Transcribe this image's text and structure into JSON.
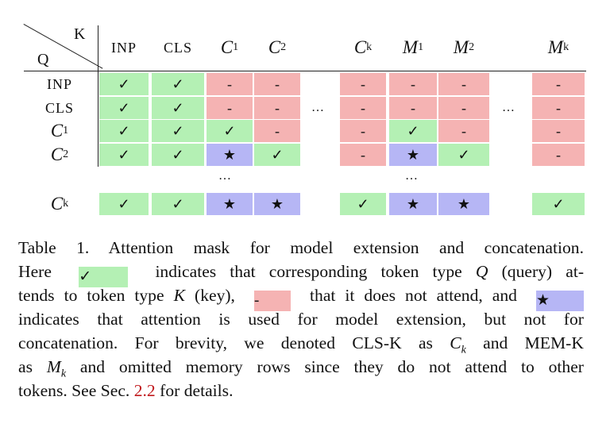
{
  "table": {
    "corner_col_label": "K",
    "corner_row_label": "Q",
    "columns": [
      {
        "id": "inp",
        "text": "INP",
        "style": "sc"
      },
      {
        "id": "cls",
        "text": "CLS",
        "style": "sc"
      },
      {
        "id": "c1",
        "base": "C",
        "sub": "1",
        "style": "math"
      },
      {
        "id": "c2",
        "base": "C",
        "sub": "2",
        "style": "math"
      },
      {
        "id": "ck",
        "base": "C",
        "sub": "k",
        "style": "math"
      },
      {
        "id": "m1",
        "base": "M",
        "sub": "1",
        "style": "math"
      },
      {
        "id": "m2",
        "base": "M",
        "sub": "2",
        "style": "math"
      },
      {
        "id": "mk",
        "base": "M",
        "sub": "k",
        "style": "math"
      }
    ],
    "rows": [
      {
        "id": "inp",
        "text": "INP",
        "style": "sc",
        "cells": [
          "check",
          "check",
          "no",
          "no",
          "no",
          "no",
          "no",
          "no"
        ]
      },
      {
        "id": "cls",
        "text": "CLS",
        "style": "sc",
        "cells": [
          "check",
          "check",
          "no",
          "no",
          "no",
          "no",
          "no",
          "no"
        ]
      },
      {
        "id": "c1",
        "base": "C",
        "sub": "1",
        "style": "math",
        "cells": [
          "check",
          "check",
          "check",
          "no",
          "no",
          "check",
          "no",
          "no"
        ]
      },
      {
        "id": "c2",
        "base": "C",
        "sub": "2",
        "style": "math",
        "cells": [
          "check",
          "check",
          "star",
          "check",
          "no",
          "star",
          "check",
          "no"
        ]
      },
      {
        "id": "ck",
        "base": "C",
        "sub": "k",
        "style": "math",
        "cells": [
          "check",
          "check",
          "star",
          "star",
          "check",
          "star",
          "star",
          "check"
        ]
      }
    ],
    "symbols": {
      "check": "✓",
      "no": "-",
      "star": "★"
    },
    "ellipsis": "…",
    "colors": {
      "check": "#b4f0b4",
      "no": "#f5b3b3",
      "star": "#b6b6f5"
    }
  },
  "caption": {
    "l1": "Table 1.  Attention mask for model extension and concatenation.",
    "l2a": "Here",
    "l2b": "indicates that corresponding token type",
    "l2q": "Q",
    "l2c": "(query) at-",
    "l3a": "tends to token type",
    "l3k": "K",
    "l3b": "(key),",
    "l3c": "that it does not attend, and",
    "l4": "indicates that attention is used for model extension, but not for",
    "l5a": "concatenation. For brevity, we denoted",
    "l5b": "CLS-K",
    "l5c": "as",
    "l5d": "and",
    "l5e": "MEM-K",
    "l6a": "as",
    "l6b": "and omitted memory rows since they do not attend to other",
    "l7a": "tokens. See Sec.",
    "l7ref": "2.2",
    "l7b": "for details."
  }
}
